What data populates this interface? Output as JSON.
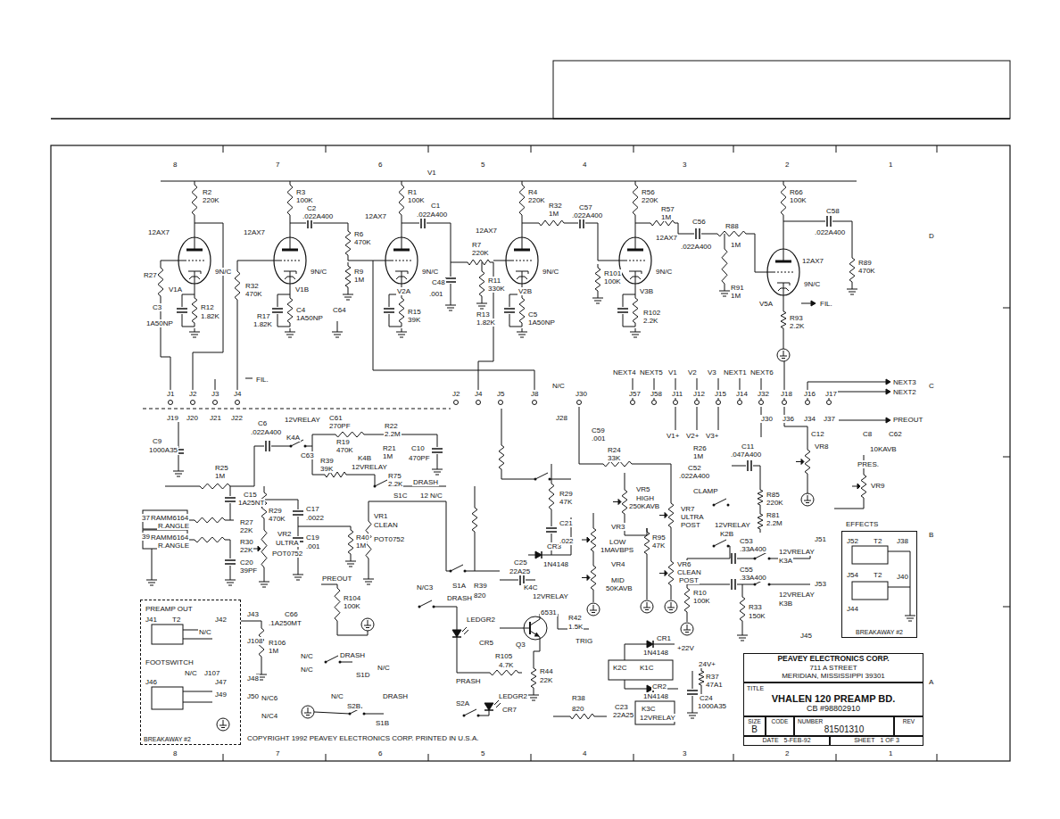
{
  "diagram": {
    "nodes": [
      {
        "text": [
          "PEAVEY ELECTRONICS CORP.",
          "711 A STREET",
          "MERIDIAN, MISSISSIPPI 39301"
        ]
      },
      {
        "text": [
          "TITLE",
          "VHALEN 120 PREAMP BD.",
          "CB #98802910"
        ]
      },
      {
        "text": [
          "SIZE",
          "B"
        ]
      },
      {
        "text": [
          "CODE"
        ]
      },
      {
        "text": [
          "NUMBER",
          "81501310"
        ]
      },
      {
        "text": [
          "REV"
        ]
      },
      {
        "text": [
          "DATE",
          "5-FEB-92"
        ]
      },
      {
        "text": [
          "SHEET",
          "1 OF 3"
        ]
      },
      {
        "text": [
          "EFFECTS",
          "BREAKAWAY #2"
        ]
      },
      {
        "text": [
          "BREAKAWAY #2"
        ]
      }
    ],
    "labels": [
      "8",
      "7",
      "6",
      "5",
      "4",
      "3",
      "2",
      "1",
      "8",
      "7",
      "6",
      "5",
      "4",
      "3",
      "2",
      "1",
      "D",
      "C",
      "B",
      "A",
      "R2",
      "220K",
      "12AX7",
      "R27",
      "V1A",
      "C3",
      "1A50NP",
      "R12",
      "1.82K",
      "R3",
      "100K",
      "C2",
      ".022A400",
      "12AX7",
      "R6",
      "470K",
      "R9",
      "1M",
      "R32",
      "470K",
      "V1B",
      "R17",
      "1.82K",
      "C4",
      "1A50NP",
      "C64",
      "R1",
      "100K",
      "C1",
      ".022A400",
      "12AX7",
      "V2A",
      "R15",
      "39K",
      "C48",
      ".001",
      "R11",
      "330K",
      "R7",
      "220K",
      "12AX7",
      "R4",
      "220K",
      "R32",
      "1M",
      "C57",
      ".022A400",
      "V2B",
      "R13",
      "1.82K",
      "C5",
      "1A50NP",
      "R101",
      "100K",
      "V3B",
      "R102",
      "2.2K",
      "R56",
      "220K",
      "R57",
      "1M",
      "12AX7",
      "C56",
      ".022A400",
      "R88",
      "1M",
      "R66",
      "100K",
      "C58",
      ".022A400",
      "12AX7",
      "R89",
      "470K",
      "R91",
      "1M",
      "V5A",
      "FIL.",
      "R93",
      "2.2K",
      "V1",
      "9N/C",
      "9N/C",
      "9N/C",
      "9N/C",
      "9N/C",
      "9N/C",
      "FIL.",
      "J1",
      "J2",
      "J3",
      "J4",
      "J2",
      "J4",
      "J5",
      "J8",
      "N/C",
      "J30",
      "J57",
      "J58",
      "J11",
      "J12",
      "J15",
      "J14",
      "J32",
      "J18",
      "J16",
      "J17",
      "NEXT4",
      "NEXT5",
      "V1",
      "V2",
      "V3",
      "NEXT1",
      "NEXT6",
      "NEXT3",
      "NEXT2",
      "J19",
      "J20",
      "J21",
      "J22",
      "C6",
      ".022A400",
      "C9",
      "1000A35",
      "R25",
      "1M",
      "12VRELAY",
      "K4A",
      "C61",
      "270PF",
      "R19",
      "470K",
      "R22",
      "2.2M",
      "C63",
      "R39",
      "39K",
      "K4B",
      "12VRELAY",
      "R21",
      "1M",
      "R75",
      "2.2K",
      "DRASH",
      "S1C",
      "12",
      "N/C",
      "C10",
      "470PF",
      "C15",
      "1A25NT",
      "R27",
      "22K",
      "R30",
      "22K",
      "C20",
      "39PF",
      "R29",
      "470K",
      "C17",
      ".0022",
      "C19",
      ".001",
      "R40",
      "1M",
      "VR2",
      "ULTRA",
      "POT0752",
      "VR1",
      "CLEAN",
      "POT0752",
      "37",
      "39",
      "RAMM6164",
      "R.ANGLE",
      "RAMM6164",
      "R.ANGLE",
      "PREOUT",
      "R104",
      "100K",
      "C66",
      ".1A250MT",
      "R106",
      "1M",
      "J43",
      "J108",
      "J48",
      "J50",
      "N/C3",
      "S1A",
      "DRASH",
      "R39",
      "820",
      "K4C",
      "12VRELAY",
      "C25",
      "22A25",
      "CR3",
      "1N4148",
      "LEDGR2",
      "CR5",
      "6531",
      "Q3",
      "R105",
      "4.7K",
      "R44",
      "22K",
      "R42",
      "1.5K",
      "TRIG",
      "PRASH",
      "S2A",
      "LEDGR2",
      "CR7",
      "R38",
      "820",
      "S2B",
      "S1B",
      "DRASH",
      "N/C",
      "N/C6",
      "N/C4",
      "DRASH",
      "N/C",
      "N/C",
      "S1D",
      "N/C",
      "J28",
      "C59",
      ".001",
      "R24",
      "33K",
      "V1+",
      "V2+",
      "V3+",
      "R26",
      "1M",
      "C52",
      ".022A400",
      "VR5",
      "HIGH",
      "250KAVB",
      "CLAMP",
      "VR7",
      "ULTRA",
      "POST",
      "VR3",
      "LOW",
      "1MAVBPS",
      "VR4",
      "MID",
      "50KAVB",
      "R95",
      "47K",
      "VR6",
      "CLEAN",
      "POST",
      "R29",
      "47K",
      "C21",
      ".022",
      "+22V",
      "24V+",
      "R37",
      "47A1",
      "C24",
      "1000A35",
      "CR1",
      "1N4148",
      "K2C",
      "K1C",
      "CR2",
      "1N4148",
      "C23",
      "22A25",
      "K3C",
      "12VRELAY",
      "K2B",
      "12VRELAY",
      "K3A",
      "12VRELAY",
      "K3B",
      "12VRELAY",
      "C53",
      ".33A400",
      "C55",
      ".33A400",
      "R10",
      "100K",
      "R33",
      "150K",
      "J51",
      "J53",
      "J45",
      "R85",
      "220K",
      "R81",
      "2.2M",
      "C11",
      ".047A400",
      "C12",
      "VR8",
      "C8",
      "C62",
      "10KAVB",
      "PRES.",
      "VR9",
      "J30",
      "J36",
      "J34",
      "J37",
      "PREOUT",
      "J52",
      "T2",
      "J38",
      "J54",
      "T2",
      "J40",
      "J44",
      "PREAMP OUT",
      "J41",
      "T2",
      "J42",
      "N/C",
      "FOOTSWITCH",
      "N/C",
      "J107",
      "J46",
      "J47",
      "J49",
      "COPYRIGHT 1992 PEAVEY ELECTRONICS CORP. PRINTED IN U.S.A."
    ]
  }
}
